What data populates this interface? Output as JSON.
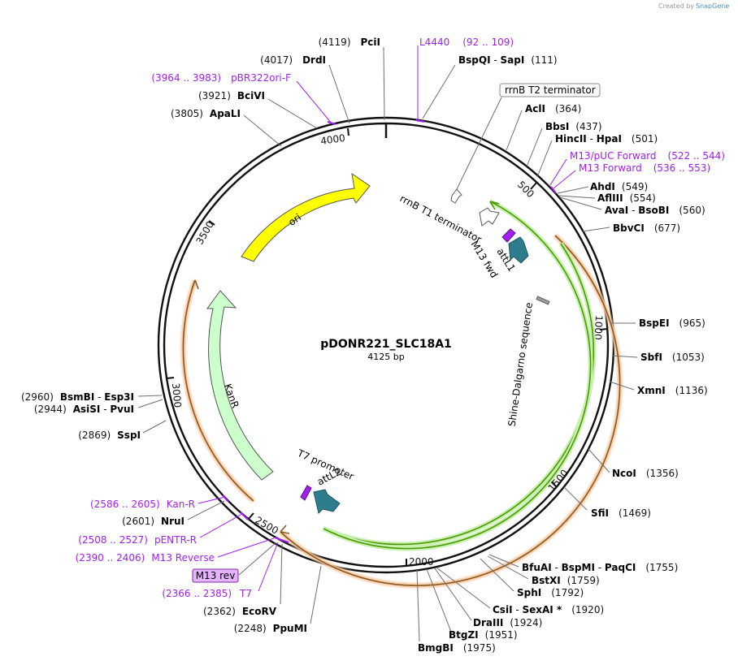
{
  "credit": "Created by",
  "credit_brand": "SnapGene",
  "plasmid": {
    "name": "pDONR221_SLC18A1",
    "size_label": "4125 bp"
  },
  "ticks": [
    "500",
    "1000",
    "1500",
    "2000",
    "2500",
    "3000",
    "3500",
    "4000"
  ],
  "features": {
    "ori": "ori",
    "kanr": "KanR",
    "rrnb_t1": "rrnB T1 terminator",
    "rrnb_t2": "rrnB T2 terminator",
    "m13_fwd": "M13 fwd",
    "attl1": "attL1",
    "shine": "Shine-Dalgarno sequence",
    "t7_promoter": "T7 promoter",
    "attl2": "attL2",
    "m13_rev": "M13 rev"
  },
  "sites": [
    {
      "id": "pcii",
      "num": "(4119)",
      "name": "PciI"
    },
    {
      "id": "drdi",
      "num": "(4017)",
      "name": "DrdI"
    },
    {
      "id": "bcivi",
      "num": "(3921)",
      "name": "BciVI"
    },
    {
      "id": "apali",
      "num": "(3805)",
      "name": "ApaLI"
    },
    {
      "id": "bspqi",
      "name": "BspQI",
      "sep": " - ",
      "name2": "SapI",
      "num": "(111)"
    },
    {
      "id": "acli",
      "name": "AclI",
      "num": "(364)"
    },
    {
      "id": "bbsi",
      "name": "BbsI",
      "num": "(437)"
    },
    {
      "id": "hincii",
      "name": "HincII",
      "sep": " - ",
      "name2": "HpaI",
      "num": "(501)"
    },
    {
      "id": "ahdi",
      "name": "AhdI",
      "num": "(549)"
    },
    {
      "id": "aflili",
      "name": "AflIII",
      "num": "(554)"
    },
    {
      "id": "avai",
      "name": "AvaI",
      "sep": " - ",
      "name2": "BsoBI",
      "num": "(560)"
    },
    {
      "id": "bbvci",
      "name": "BbvCI",
      "num": "(677)"
    },
    {
      "id": "bspei",
      "name": "BspEI",
      "num": "(965)"
    },
    {
      "id": "sbfi",
      "name": "SbfI",
      "num": "(1053)"
    },
    {
      "id": "xmni",
      "name": "XmnI",
      "num": "(1136)"
    },
    {
      "id": "ncoi",
      "name": "NcoI",
      "num": "(1356)"
    },
    {
      "id": "sfii",
      "name": "SfiI",
      "num": "(1469)"
    },
    {
      "id": "bfuai",
      "name": "BfuAI",
      "sep": " - ",
      "name2": "BspMI",
      "sep2": " - ",
      "name3": "PaqCI",
      "num": "(1755)"
    },
    {
      "id": "bstxi",
      "name": "BstXI",
      "num": "(1759)"
    },
    {
      "id": "sphi",
      "name": "SphI",
      "num": "(1792)"
    },
    {
      "id": "csii",
      "name": "CsiI",
      "sep": " - ",
      "name2": "SexAI *",
      "num": "(1920)"
    },
    {
      "id": "draiii",
      "name": "DraIII",
      "num": "(1924)"
    },
    {
      "id": "btgzi",
      "name": "BtgZI",
      "num": "(1951)"
    },
    {
      "id": "bmgbi",
      "name": "BmgBI",
      "num": "(1975)"
    },
    {
      "id": "bsmbi",
      "num": "(2960)",
      "name": "BsmBI",
      "sep": " - ",
      "name2": "Esp3I"
    },
    {
      "id": "asisi",
      "num": "(2944)",
      "name": "AsiSI",
      "sep": " - ",
      "name2": "PvuI"
    },
    {
      "id": "sspi",
      "num": "(2869)",
      "name": "SspI"
    },
    {
      "id": "nrui",
      "num": "(2601)",
      "name": "NruI"
    },
    {
      "id": "ecorv",
      "num": "(2362)",
      "name": "EcoRV"
    },
    {
      "id": "ppumi",
      "num": "(2248)",
      "name": "PpuMI"
    }
  ],
  "primers": [
    {
      "id": "l4440",
      "name": "L4440",
      "range": "(92 .. 109)"
    },
    {
      "id": "pbr322",
      "range": "(3964 .. 3983)",
      "name": "pBR322ori-F"
    },
    {
      "id": "m13puc",
      "name": "M13/pUC Forward",
      "range": "(522 .. 544)"
    },
    {
      "id": "m13f",
      "name": "M13 Forward",
      "range": "(536 .. 553)"
    },
    {
      "id": "kanr",
      "range": "(2586 .. 2605)",
      "name": "Kan-R"
    },
    {
      "id": "pentr",
      "range": "(2508 .. 2527)",
      "name": "pENTR-R"
    },
    {
      "id": "m13rev",
      "range": "(2390 .. 2406)",
      "name": "M13 Reverse"
    },
    {
      "id": "t7",
      "range": "(2366 .. 2385)",
      "name": "T7"
    }
  ],
  "colors": {
    "backbone": "#111111",
    "ori": "#ffff00",
    "kanr": "#ccffcc",
    "insert_green": "#4c9a00",
    "insert_orange": "#f4a460",
    "att": "#2e7d8c",
    "primer": "#a020f0",
    "m13rev_fill": "#e5b3ff"
  }
}
